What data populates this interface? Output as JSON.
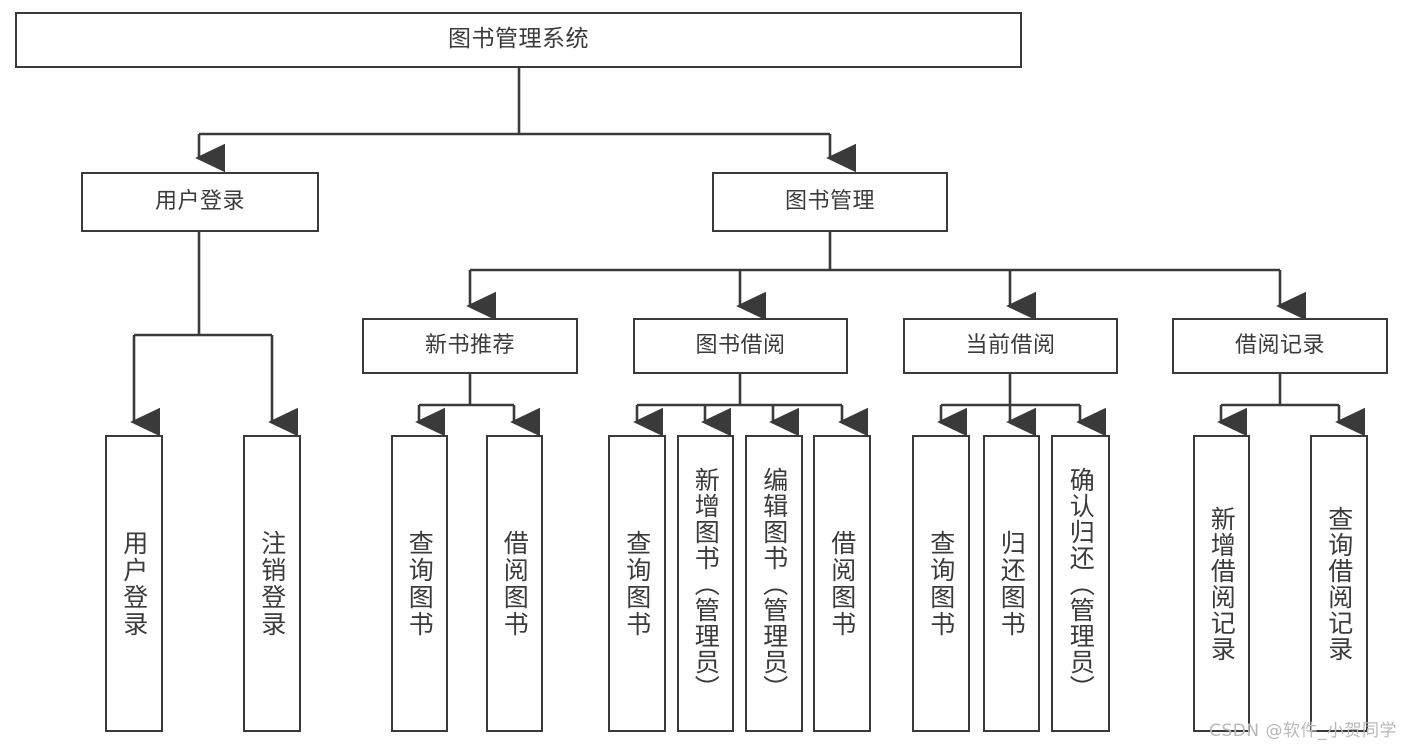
{
  "diagram": {
    "title": "图书管理系统",
    "watermark": "CSDN @软件_小贺同学",
    "line_color": "#3a3a3a",
    "text_color": "#3b3b3b",
    "background": "#ffffff",
    "levels": {
      "root": {
        "label": "图书管理系统"
      },
      "level2": [
        {
          "label": "用户登录"
        },
        {
          "label": "图书管理"
        }
      ],
      "level3": [
        {
          "label": "新书推荐"
        },
        {
          "label": "图书借阅"
        },
        {
          "label": "当前借阅"
        },
        {
          "label": "借阅记录"
        }
      ],
      "leaves": {
        "user_login": [
          {
            "label": "用户登录"
          },
          {
            "label": "注销登录"
          }
        ],
        "new_book_recommend": [
          {
            "label": "查询图书"
          },
          {
            "label": "借阅图书"
          }
        ],
        "book_borrow": [
          {
            "label": "查询图书"
          },
          {
            "label": "新增图书（管理员）"
          },
          {
            "label": "编辑图书（管理员）"
          },
          {
            "label": "借阅图书"
          }
        ],
        "current_borrow": [
          {
            "label": "查询图书"
          },
          {
            "label": "归还图书"
          },
          {
            "label": "确认归还（管理员）"
          }
        ],
        "borrow_record": [
          {
            "label": "新增借阅记录"
          },
          {
            "label": "查询借阅记录"
          }
        ]
      }
    }
  }
}
